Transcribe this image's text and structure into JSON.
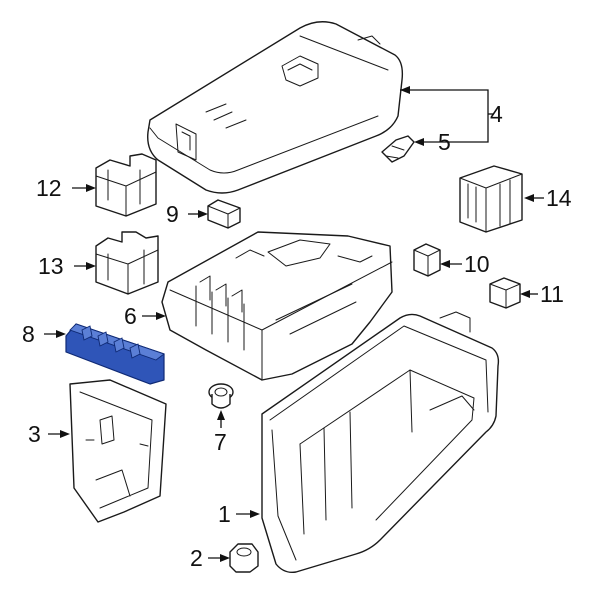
{
  "diagram": {
    "callouts": [
      {
        "id": "1",
        "label": "1"
      },
      {
        "id": "2",
        "label": "2"
      },
      {
        "id": "3",
        "label": "3"
      },
      {
        "id": "4",
        "label": "4"
      },
      {
        "id": "5",
        "label": "5"
      },
      {
        "id": "6",
        "label": "6"
      },
      {
        "id": "7",
        "label": "7"
      },
      {
        "id": "8",
        "label": "8"
      },
      {
        "id": "9",
        "label": "9"
      },
      {
        "id": "10",
        "label": "10"
      },
      {
        "id": "11",
        "label": "11"
      },
      {
        "id": "12",
        "label": "12"
      },
      {
        "id": "13",
        "label": "13"
      },
      {
        "id": "14",
        "label": "14"
      }
    ],
    "highlighted_part": "8",
    "colors": {
      "highlight_fill": "#2f55b8",
      "highlight_stroke": "#0f2a75",
      "line": "#1a1a1a",
      "background": "#ffffff"
    }
  }
}
